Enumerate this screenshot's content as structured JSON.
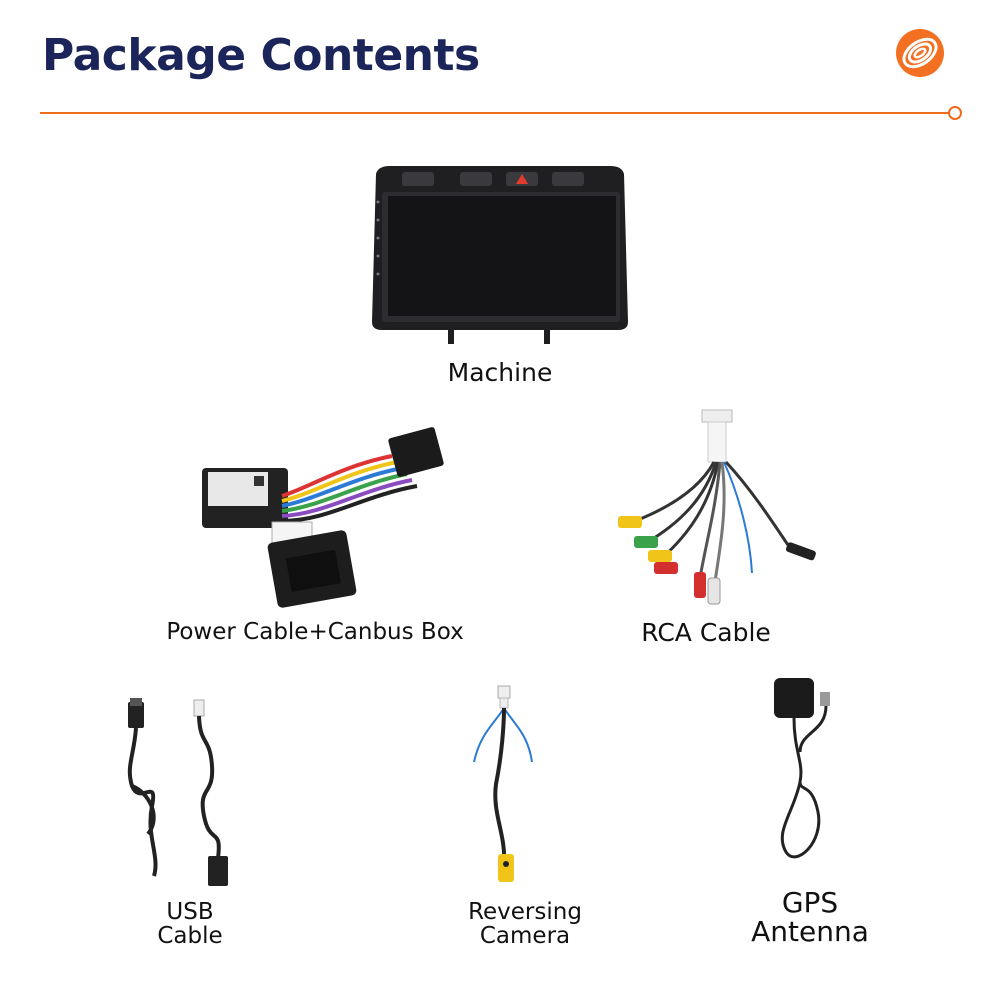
{
  "header": {
    "title": "Package Contents",
    "logo_icon": "orange-spiral-logo"
  },
  "colors": {
    "title": "#1b2559",
    "accent": "#ee6b1e"
  },
  "items": {
    "machine": {
      "label": "Machine"
    },
    "power_cable": {
      "label": "Power Cable+Canbus Box"
    },
    "rca_cable": {
      "label": "RCA Cable"
    },
    "usb_cable": {
      "label_line1": "USB",
      "label_line2": "Cable"
    },
    "reversing_camera": {
      "label_line1": "Reversing",
      "label_line2": "Camera"
    },
    "gps_antenna": {
      "label_line1": "GPS",
      "label_line2": "Antenna"
    }
  }
}
